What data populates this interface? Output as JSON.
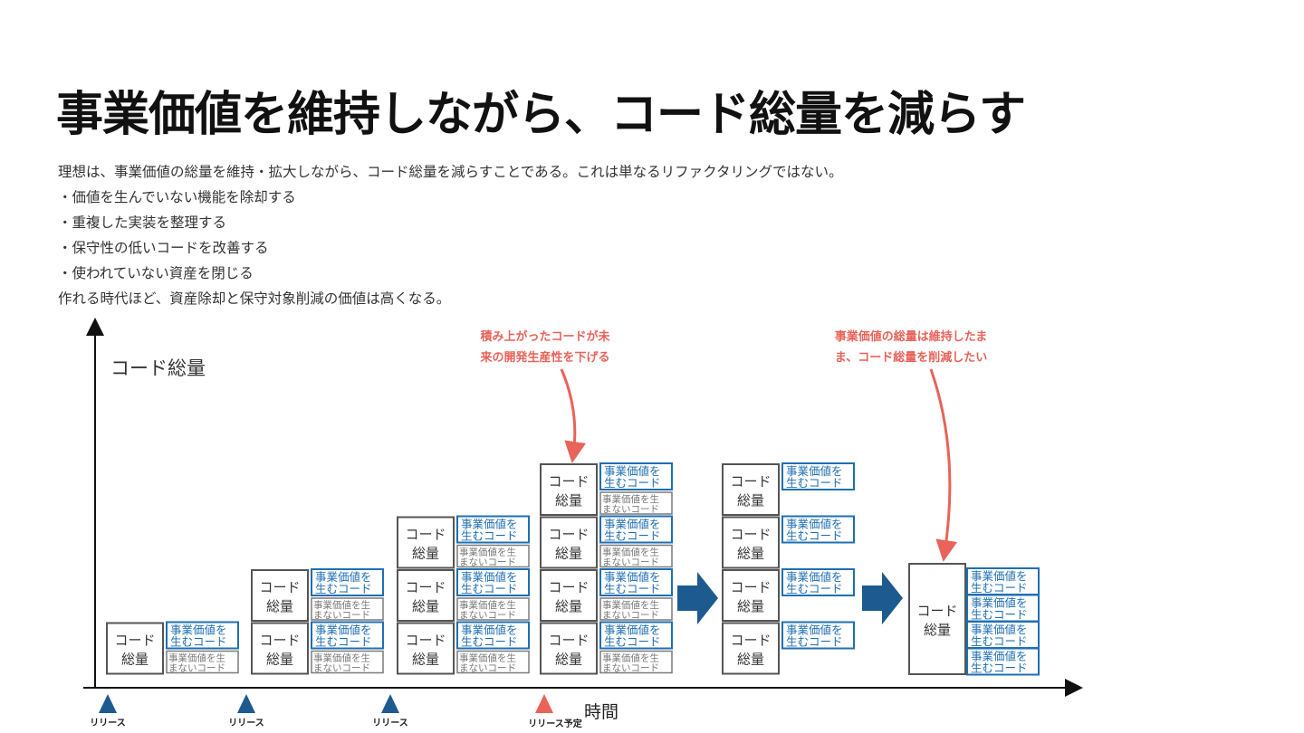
{
  "title": "事業価値を維持しながら、コード総量を減らす",
  "description": {
    "lines": [
      "理想は、事業価値の総量を維持・拡大しながら、コード総量を減らすことである。これは単なるリファクタリングではない。",
      "・価値を生んでいない機能を除却する",
      "・重複した実装を整理する",
      "・保守性の低いコードを改善する",
      "・使われていない資産を閉じる",
      "作れる時代ほど、資産除却と保守対象削減の価値は高くなる。"
    ]
  },
  "diagram": {
    "y_axis_label": "コード総量",
    "x_axis_label": "時間",
    "code_box_line1": "コード",
    "code_box_line2": "総量",
    "value_label_line1": "事業価値を",
    "value_label_line2": "生むコード",
    "novalue_label_line1": "事業価値を生",
    "novalue_label_line2": "まないコード",
    "release_label": "リリース",
    "planned_release_label": "リリース予定",
    "annotation_left_line1": "積み上がったコードが未",
    "annotation_left_line2": "来の開発生産性を下げる",
    "annotation_right_line1": "事業価値の総量は維持したま",
    "annotation_right_line2": "ま、コード総量を削減したい",
    "stacks": [
      {
        "blocks": 1,
        "has_novalue": true
      },
      {
        "blocks": 2,
        "has_novalue": true
      },
      {
        "blocks": 3,
        "has_novalue": true
      },
      {
        "blocks": 4,
        "has_novalue": true
      },
      {
        "blocks": 4,
        "has_novalue": false
      },
      {
        "blocks": 1,
        "value_labels": 4,
        "merged": true
      }
    ],
    "colors": {
      "accent_blue": "#1d5a8f",
      "value_blue": "#1f6fb3",
      "novalue_gray": "#7a7a7a",
      "annotation_red": "#e8635a",
      "box_border": "#555555"
    }
  }
}
